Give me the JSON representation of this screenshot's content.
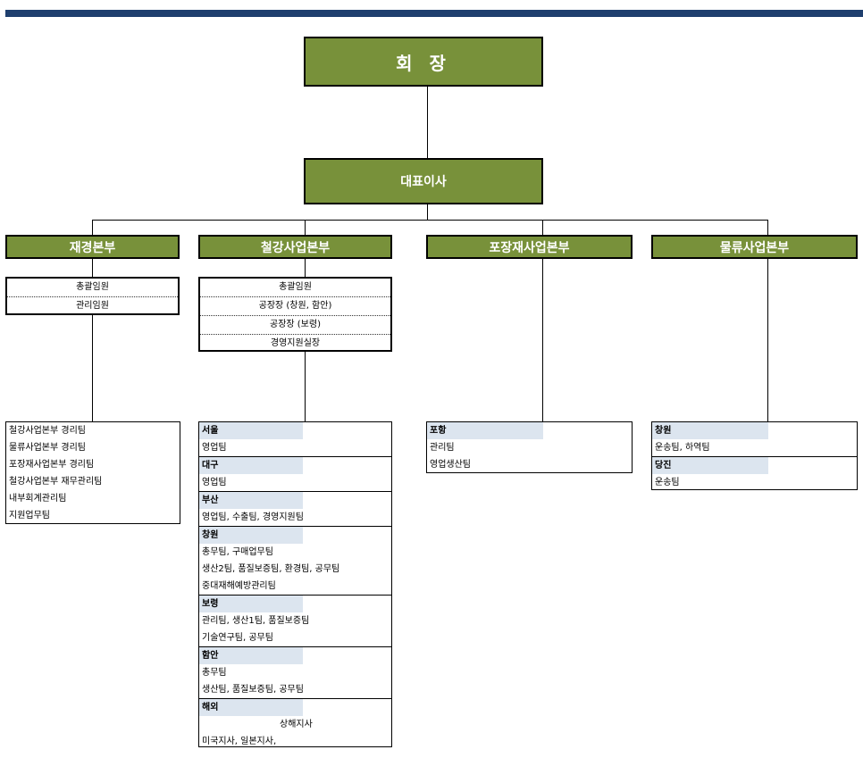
{
  "chairman": "회 장",
  "ceo": "대표이사",
  "divisions": [
    {
      "name": "재경본부",
      "roles": [
        "총괄임원",
        "관리임원"
      ],
      "teams": [
        "철강사업본부 경리팀",
        "물류사업본부 경리팀",
        "포장재사업본부 경리팀",
        "철강사업본부 재무관리팀",
        "내부회계관리팀",
        "지원업무팀"
      ]
    },
    {
      "name": "철강사업본부",
      "roles": [
        "총괄임원",
        "공장장 (창원, 함안)",
        "공장장 (보령)",
        "경영지원실장"
      ],
      "sites": [
        {
          "name": "서울",
          "lines": [
            "영업팀"
          ]
        },
        {
          "name": "대구",
          "lines": [
            "영업팀"
          ]
        },
        {
          "name": "부산",
          "lines": [
            "영업팀, 수출팀, 경영지원팀"
          ]
        },
        {
          "name": "창원",
          "lines": [
            "총무팀, 구매업무팀",
            "생산2팀, 품질보증팀, 환경팀, 공무팀",
            "중대재해예방관리팀"
          ]
        },
        {
          "name": "보령",
          "lines": [
            "관리팀, 생산1팀, 품질보증팀",
            "기술연구팀, 공무팀"
          ]
        },
        {
          "name": "함안",
          "lines": [
            "총무팀",
            "생산팀, 품질보증팀, 공무팀"
          ]
        },
        {
          "name": "해외",
          "lines": [
            "상해지사",
            "미국지사, 일본지사,"
          ]
        }
      ]
    },
    {
      "name": "포장재사업본부",
      "sites": [
        {
          "name": "포항",
          "lines": [
            "관리팀",
            "영업생산팀"
          ]
        }
      ]
    },
    {
      "name": "물류사업본부",
      "sites": [
        {
          "name": "창원",
          "lines": [
            "운송팀, 하역팀"
          ]
        },
        {
          "name": "당진",
          "lines": [
            "운송팀"
          ]
        }
      ]
    }
  ]
}
